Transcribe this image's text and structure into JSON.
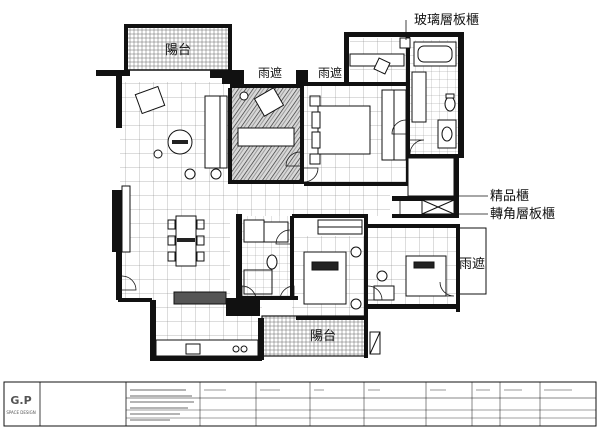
{
  "labels": {
    "balcony_top": "陽台",
    "balcony_bottom": "陽台",
    "awning_1": "雨遮",
    "awning_2": "雨遮",
    "awning_3": "雨遮",
    "glass_shelf": "玻璃層板櫃",
    "display_cabinet": "精品櫃",
    "corner_shelf": "轉角層板櫃"
  },
  "title_block": {
    "logo": "G.P",
    "company_subtitle": "SPACE DESIGN"
  },
  "colors": {
    "line": "#111111",
    "wall": "#111111",
    "wood_floor": "#444444",
    "title_text": "#555555"
  }
}
